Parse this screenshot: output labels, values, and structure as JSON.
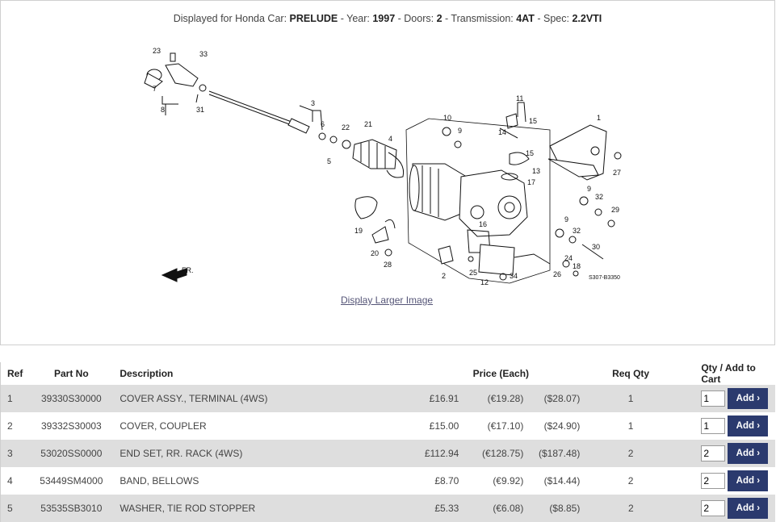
{
  "vehicle": {
    "prefix": "Displayed for Honda Car: ",
    "model": "PRELUDE",
    "year_label": " - Year: ",
    "year": "1997",
    "doors_label": " - Doors: ",
    "doors": "2",
    "trans_label": " - Transmission: ",
    "transmission": "4AT",
    "spec_label": " - Spec: ",
    "spec": "2.2VTI"
  },
  "diagram": {
    "code": "S307-B3350",
    "front_label": "FR.",
    "callouts": [
      "23",
      "33",
      "7",
      "8",
      "31",
      "3",
      "6",
      "5",
      "22",
      "21",
      "4",
      "19",
      "20",
      "28",
      "10",
      "9",
      "11",
      "15",
      "14",
      "15",
      "13",
      "17",
      "1",
      "27",
      "9",
      "32",
      "29",
      "16",
      "9",
      "32",
      "30",
      "24",
      "18",
      "26",
      "2",
      "25",
      "12",
      "34"
    ]
  },
  "display_larger": "Display Larger Image",
  "table": {
    "headers": {
      "ref": "Ref",
      "part_no": "Part No",
      "description": "Description",
      "price": "Price (Each)",
      "req_qty": "Req Qty",
      "qty_add": "Qty / Add to Cart"
    },
    "add_label": "Add ›",
    "rows": [
      {
        "ref": "1",
        "part_no": "39330S30000",
        "description": "COVER ASSY., TERMINAL (4WS)",
        "gbp": "£16.91",
        "eur": "(€19.28)",
        "usd": "($28.07)",
        "req_qty": "1",
        "qty": "1"
      },
      {
        "ref": "2",
        "part_no": "39332S30003",
        "description": "COVER, COUPLER",
        "gbp": "£15.00",
        "eur": "(€17.10)",
        "usd": "($24.90)",
        "req_qty": "1",
        "qty": "1"
      },
      {
        "ref": "3",
        "part_no": "53020SS0000",
        "description": "END SET, RR. RACK (4WS)",
        "gbp": "£112.94",
        "eur": "(€128.75)",
        "usd": "($187.48)",
        "req_qty": "2",
        "qty": "2"
      },
      {
        "ref": "4",
        "part_no": "53449SM4000",
        "description": "BAND, BELLOWS",
        "gbp": "£8.70",
        "eur": "(€9.92)",
        "usd": "($14.44)",
        "req_qty": "2",
        "qty": "2"
      },
      {
        "ref": "5",
        "part_no": "53535SB3010",
        "description": "WASHER, TIE ROD STOPPER",
        "gbp": "£5.33",
        "eur": "(€6.08)",
        "usd": "($8.85)",
        "req_qty": "2",
        "qty": "2"
      }
    ]
  }
}
